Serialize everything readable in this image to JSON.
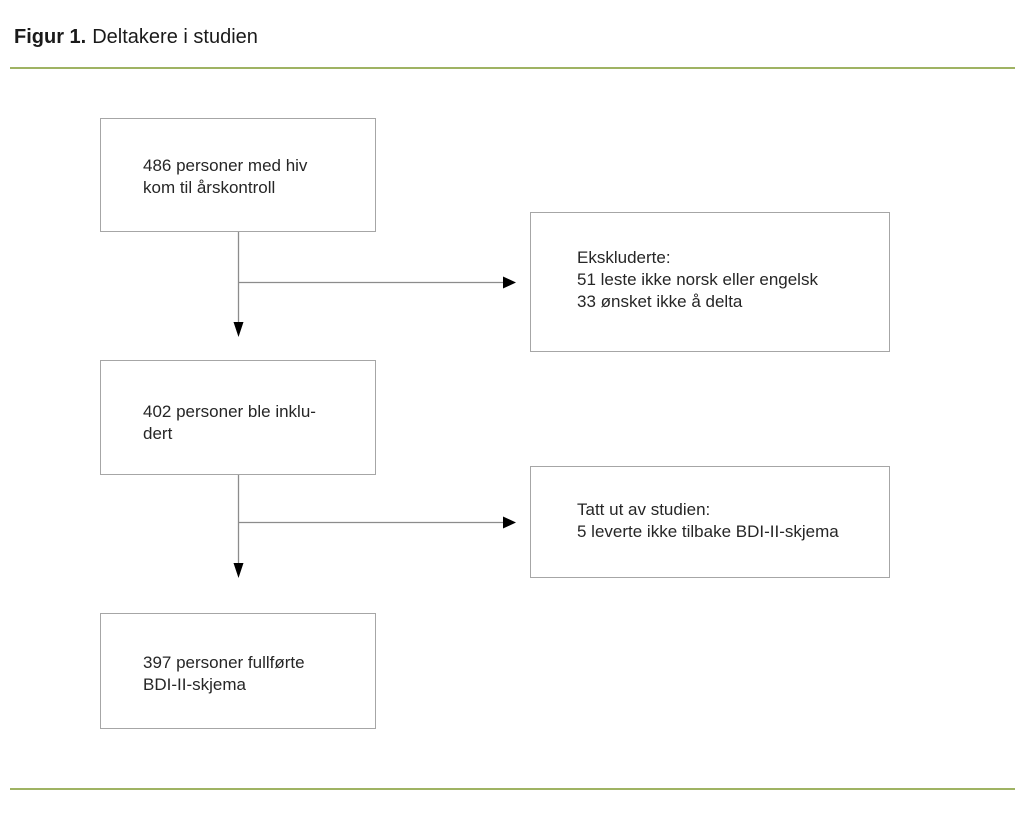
{
  "figure": {
    "label": "Figur 1.",
    "title": "Deltakere i studien"
  },
  "colors": {
    "rule_green": "#9fb363",
    "box_border": "#a6a6a6",
    "connector_line": "#8c8c8c",
    "arrowhead": "#000000"
  },
  "flowchart": {
    "nodes": [
      {
        "id": "attended",
        "lines": [
          "486 personer med hiv",
          "kom til årskontroll"
        ]
      },
      {
        "id": "excluded",
        "lines": [
          "Ekskluderte:",
          "51 leste ikke norsk eller engelsk",
          "33 ønsket ikke å delta"
        ]
      },
      {
        "id": "included",
        "lines": [
          "402 personer ble inklu-",
          "dert"
        ]
      },
      {
        "id": "withdrawn",
        "lines": [
          "Tatt ut av studien:",
          "5 leverte ikke tilbake BDI-II-skjema"
        ]
      },
      {
        "id": "completed",
        "lines": [
          "397 personer fullførte",
          "BDI-II-skjema"
        ]
      }
    ]
  }
}
